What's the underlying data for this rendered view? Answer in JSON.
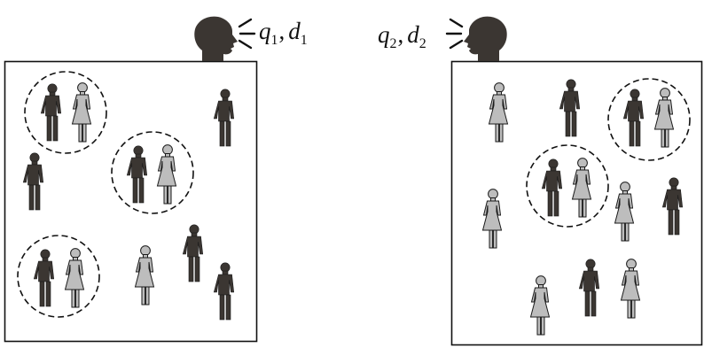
{
  "colors": {
    "man": "#3b3632",
    "woman": "#bdbdbd",
    "outline": "#1a1a1a",
    "frame": "#111111"
  },
  "speakers": [
    {
      "label": {
        "q": "q",
        "q_sub": "1",
        "sep": ",",
        "d": "d",
        "d_sub": "1"
      },
      "facing": "right"
    },
    {
      "label": {
        "q": "q",
        "q_sub": "2",
        "sep": ",",
        "d": "d",
        "d_sub": "2"
      },
      "facing": "left"
    }
  ],
  "rooms": [
    {
      "pairs": 3,
      "single_men": 4,
      "single_women": 1
    },
    {
      "pairs": 2,
      "single_men": 3,
      "single_women": 5
    }
  ]
}
